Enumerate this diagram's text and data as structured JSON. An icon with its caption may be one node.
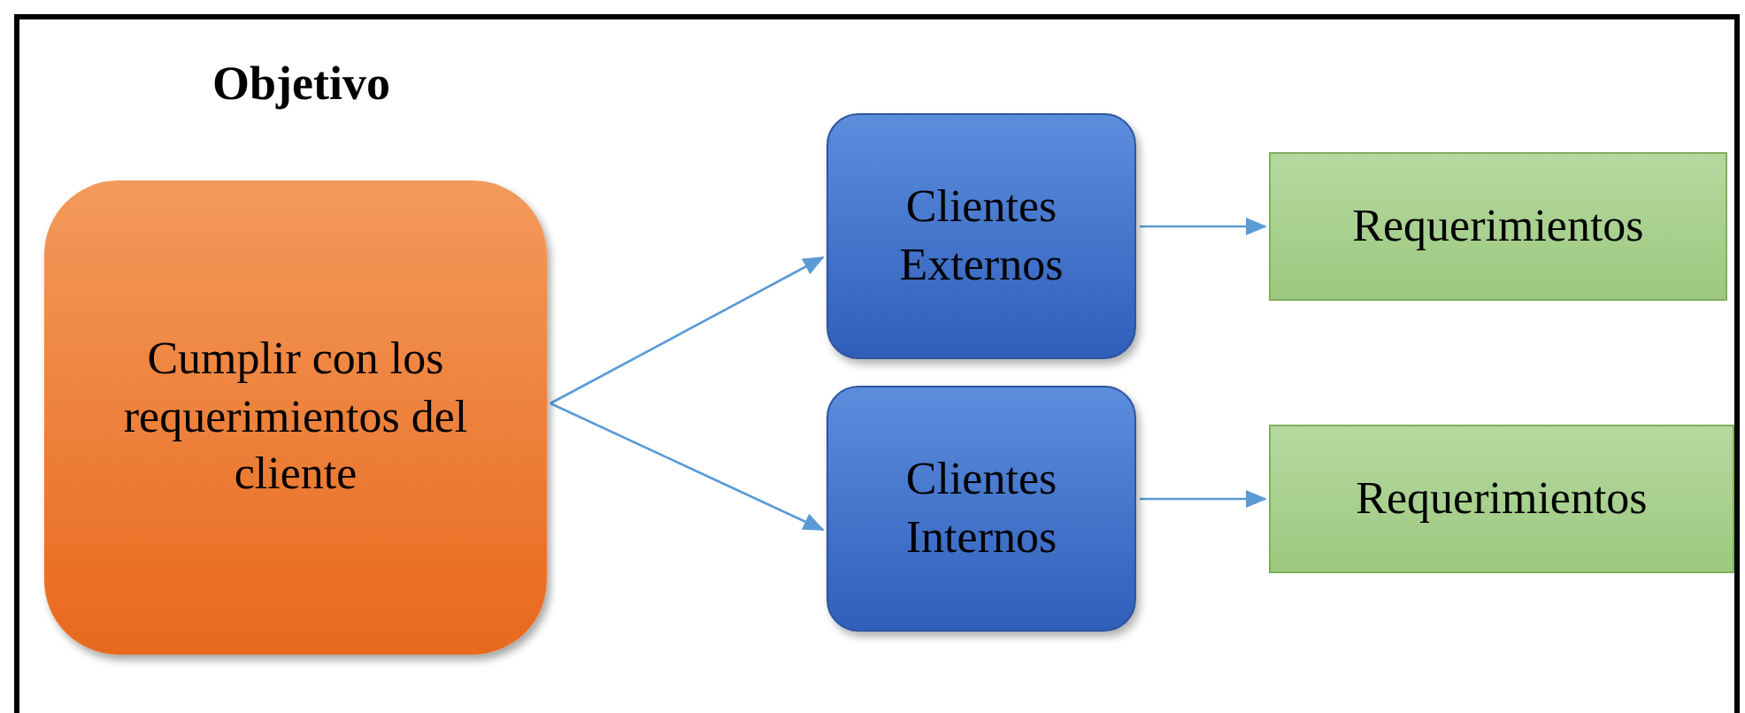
{
  "diagram": {
    "title": "Objetivo",
    "nodes": [
      {
        "text": [
          "Cumplir con los requerimientos del cliente"
        ]
      },
      {
        "text": [
          "Clientes Externos"
        ]
      },
      {
        "text": [
          "Clientes Internos"
        ]
      },
      {
        "text": [
          "Requerimientos"
        ]
      },
      {
        "text": [
          "Requerimientos"
        ]
      }
    ],
    "edges": [
      {
        "from": 0,
        "to": 1,
        "arrow": "to"
      },
      {
        "from": 0,
        "to": 2,
        "arrow": "to"
      },
      {
        "from": 1,
        "to": 3,
        "arrow": "to"
      },
      {
        "from": 2,
        "to": 4,
        "arrow": "to"
      }
    ]
  }
}
